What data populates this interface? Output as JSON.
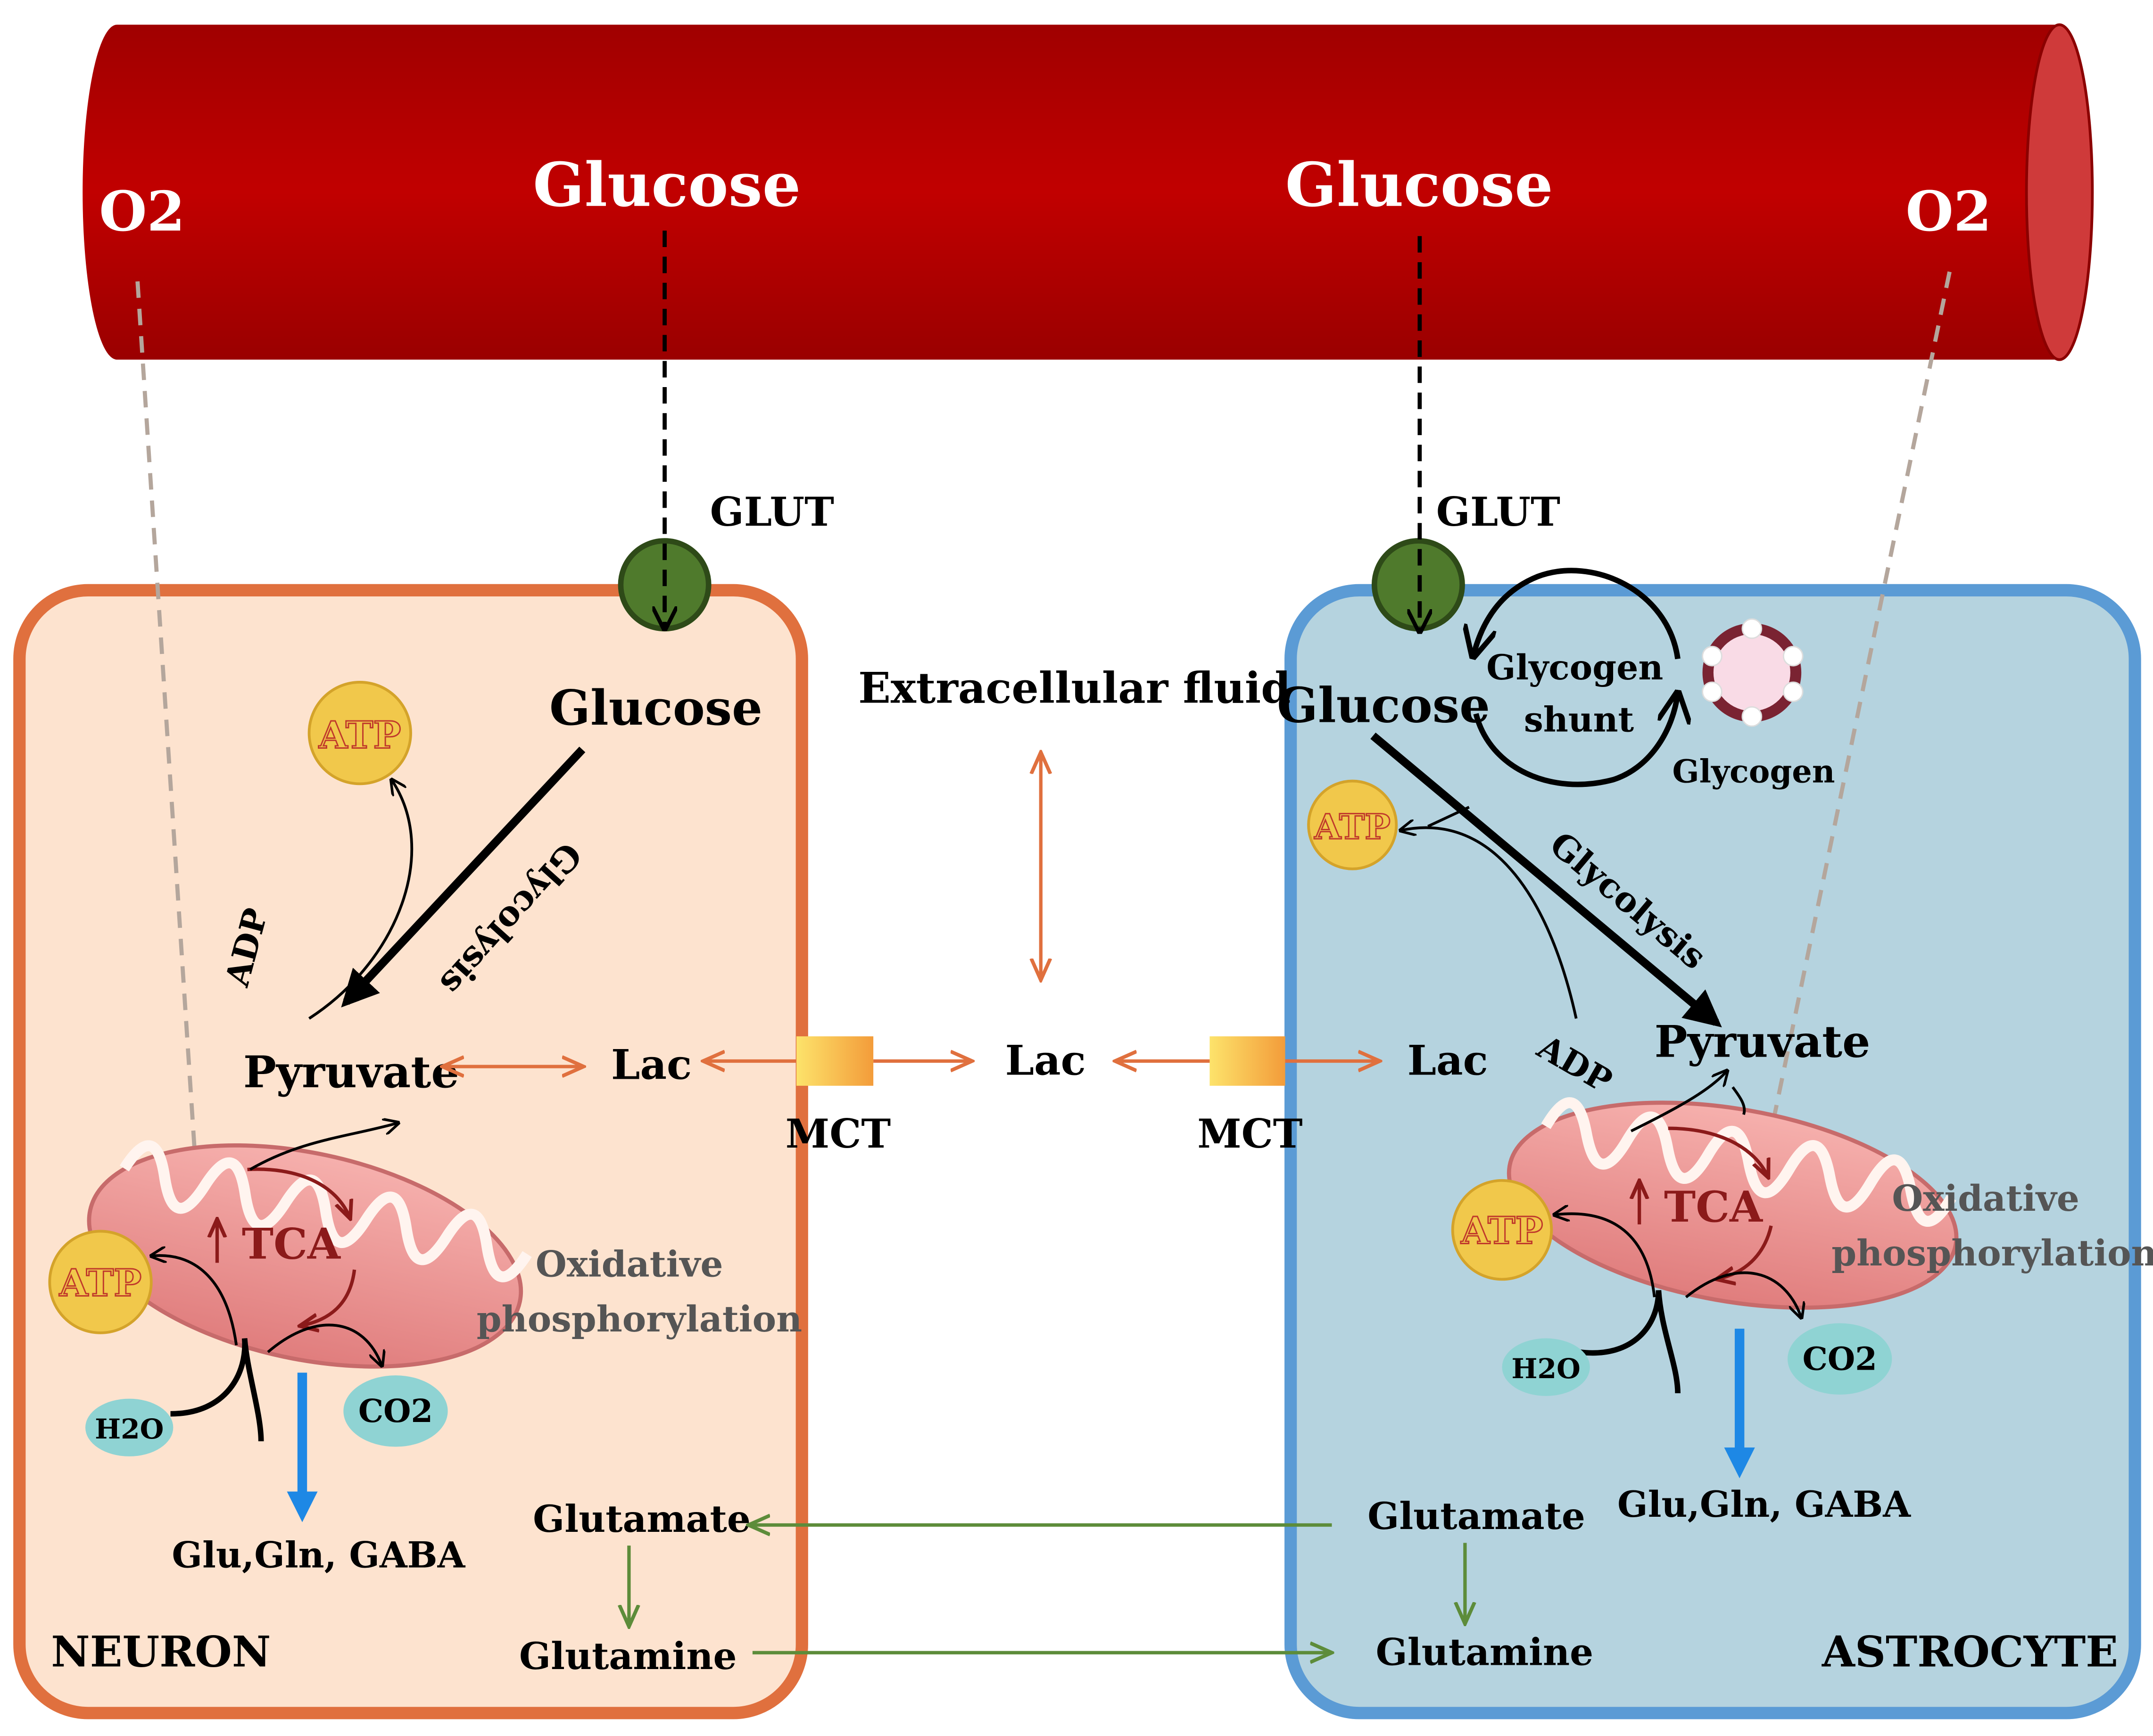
{
  "vessel": {
    "o2_left": "O2",
    "o2_right": "O2",
    "glucose_left": "Glucose",
    "glucose_right": "Glucose"
  },
  "transport": {
    "glut_left": "GLUT",
    "glut_right": "GLUT",
    "mct_left": "MCT",
    "mct_right": "MCT"
  },
  "extracellular": {
    "title": "Extracellular fluid",
    "lac": "Lac"
  },
  "neuron": {
    "label": "NEURON",
    "glucose": "Glucose",
    "glycolysis": "Glycolysis",
    "atp": "ATP",
    "adp": "ADP",
    "pyruvate": "Pyruvate",
    "lac": "Lac",
    "tca": "TCA",
    "atp_mito": "ATP",
    "oxphos_line1": "Oxidative",
    "oxphos_line2": "phosphorylation",
    "h2o": "H2O",
    "co2": "CO2",
    "products": "Glu,Gln, GABA",
    "glutamate": "Glutamate",
    "glutamine": "Glutamine"
  },
  "astrocyte": {
    "label": "ASTROCYTE",
    "glucose": "Glucose",
    "glycogen_shunt_line1": "Glycogen",
    "glycogen_shunt_line2": "shunt",
    "glycogen": "Glycogen",
    "glycolysis": "Glycolysis",
    "atp": "ATP",
    "adp": "ADP",
    "pyruvate": "Pyruvate",
    "lac": "Lac",
    "tca": "TCA",
    "atp_mito": "ATP",
    "oxphos_line1": "Oxidative",
    "oxphos_line2": "phosphorylation",
    "h2o": "H2O",
    "co2": "CO2",
    "products": "Glu,Gln, GABA",
    "glutamate": "Glutamate",
    "glutamine": "Glutamine"
  },
  "colors": {
    "vessel": "#b70000",
    "vessel_end": "#d23a3a",
    "neuron_fill": "#fde3cf",
    "neuron_border": "#e0703e",
    "astro_fill": "#b5d3df",
    "astro_border": "#5b9bd5",
    "glut": "#4f7a2c",
    "mct": "#f7a23a",
    "lac_arrow": "#e0703e",
    "glu_arrow": "#5d8c3a",
    "blue_arrow": "#1e88e5",
    "atp": "#f1c84b",
    "tca_text": "#8b1a1a",
    "mito": "#e98a8a",
    "h2o_co2": "#8fd3d3"
  }
}
